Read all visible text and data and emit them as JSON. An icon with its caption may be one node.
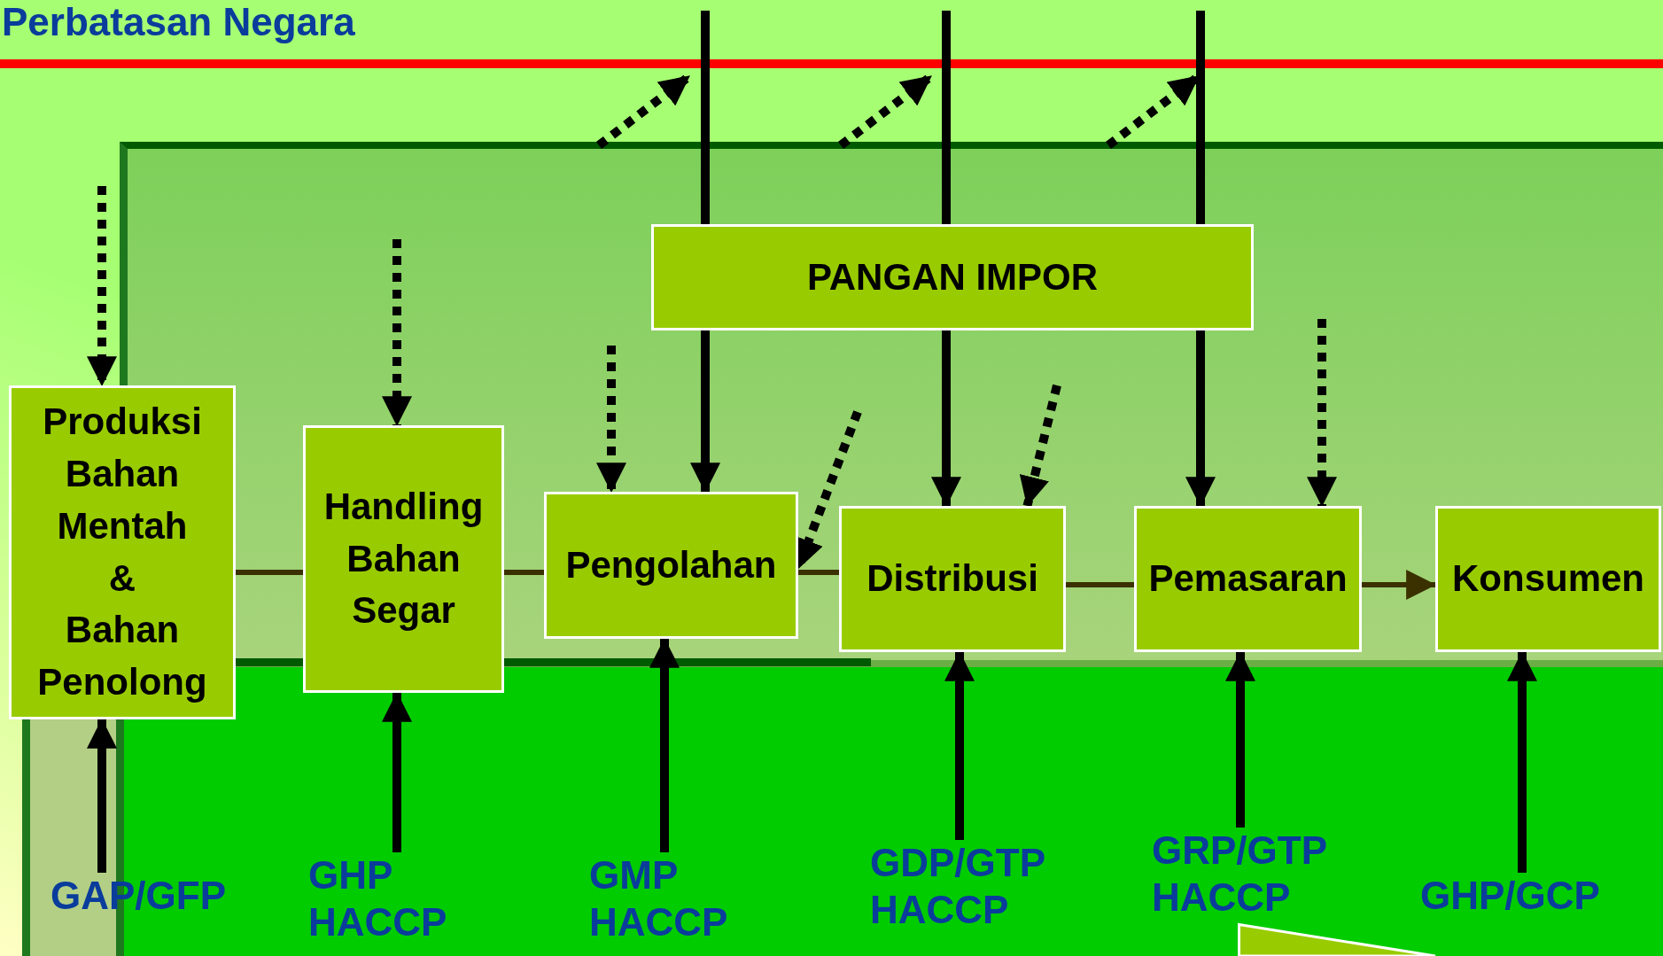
{
  "diagram": {
    "nodes": [
      {
        "text": [
          "Produksi Bahan Mentah & Bahan Penolong"
        ]
      },
      {
        "text": [
          "Handling Bahan Segar"
        ]
      },
      {
        "text": [
          "Pengolahan"
        ]
      },
      {
        "text": [
          "Distribusi"
        ]
      },
      {
        "text": [
          "Pemasaran"
        ]
      },
      {
        "text": [
          "Konsumen"
        ]
      },
      {
        "text": [
          "PANGAN IMPOR"
        ]
      },
      {
        "text": [
          "GAP/GFP"
        ]
      },
      {
        "text": [
          "GHP HACCP"
        ]
      },
      {
        "text": [
          "GMP HACCP"
        ]
      },
      {
        "text": [
          "GDP/GTP HACCP"
        ]
      },
      {
        "text": [
          "GRP/GTP HACCP"
        ]
      },
      {
        "text": [
          "GHP/GCP"
        ]
      },
      {
        "text": [],
        "shape": "box"
      }
    ],
    "edges": [
      {
        "from": 0,
        "to": 1,
        "arrow": "none",
        "color": "#3b3100"
      },
      {
        "from": 1,
        "to": 2,
        "arrow": "none",
        "color": "#3b3100"
      },
      {
        "from": 2,
        "to": 3,
        "arrow": "none",
        "color": "#3b3100"
      },
      {
        "from": 3,
        "to": 4,
        "arrow": "none",
        "color": "#3b3100"
      },
      {
        "from": 4,
        "to": 5,
        "arrow": "to",
        "color": "#3b3100"
      },
      {
        "from": null,
        "to": 6,
        "arrow": "none"
      },
      {
        "from": null,
        "to": 6,
        "arrow": "none"
      },
      {
        "from": null,
        "to": 6,
        "arrow": "none"
      },
      {
        "from": 6,
        "to": 2,
        "arrow": "to"
      },
      {
        "from": 6,
        "to": 3,
        "arrow": "to"
      },
      {
        "from": 6,
        "to": 4,
        "arrow": "to"
      },
      {
        "from": 7,
        "to": 0,
        "arrow": "to"
      },
      {
        "from": 8,
        "to": 1,
        "arrow": "to"
      },
      {
        "from": 9,
        "to": 2,
        "arrow": "to"
      },
      {
        "from": 10,
        "to": 3,
        "arrow": "to"
      },
      {
        "from": 11,
        "to": 4,
        "arrow": "to"
      },
      {
        "from": 12,
        "to": 5,
        "arrow": "to"
      },
      {
        "from": null,
        "to": 0,
        "arrow": "to",
        "style": "dashed"
      },
      {
        "from": null,
        "to": 1,
        "arrow": "to",
        "style": "dashed"
      },
      {
        "from": null,
        "to": 2,
        "arrow": "to",
        "style": "dashed"
      },
      {
        "from": null,
        "to": 2,
        "arrow": "to",
        "style": "dashed"
      },
      {
        "from": null,
        "to": 3,
        "arrow": "to",
        "style": "dashed"
      },
      {
        "from": null,
        "to": 4,
        "arrow": "to",
        "style": "dashed"
      }
    ],
    "labels": [
      "Perbatasan Negara"
    ]
  }
}
